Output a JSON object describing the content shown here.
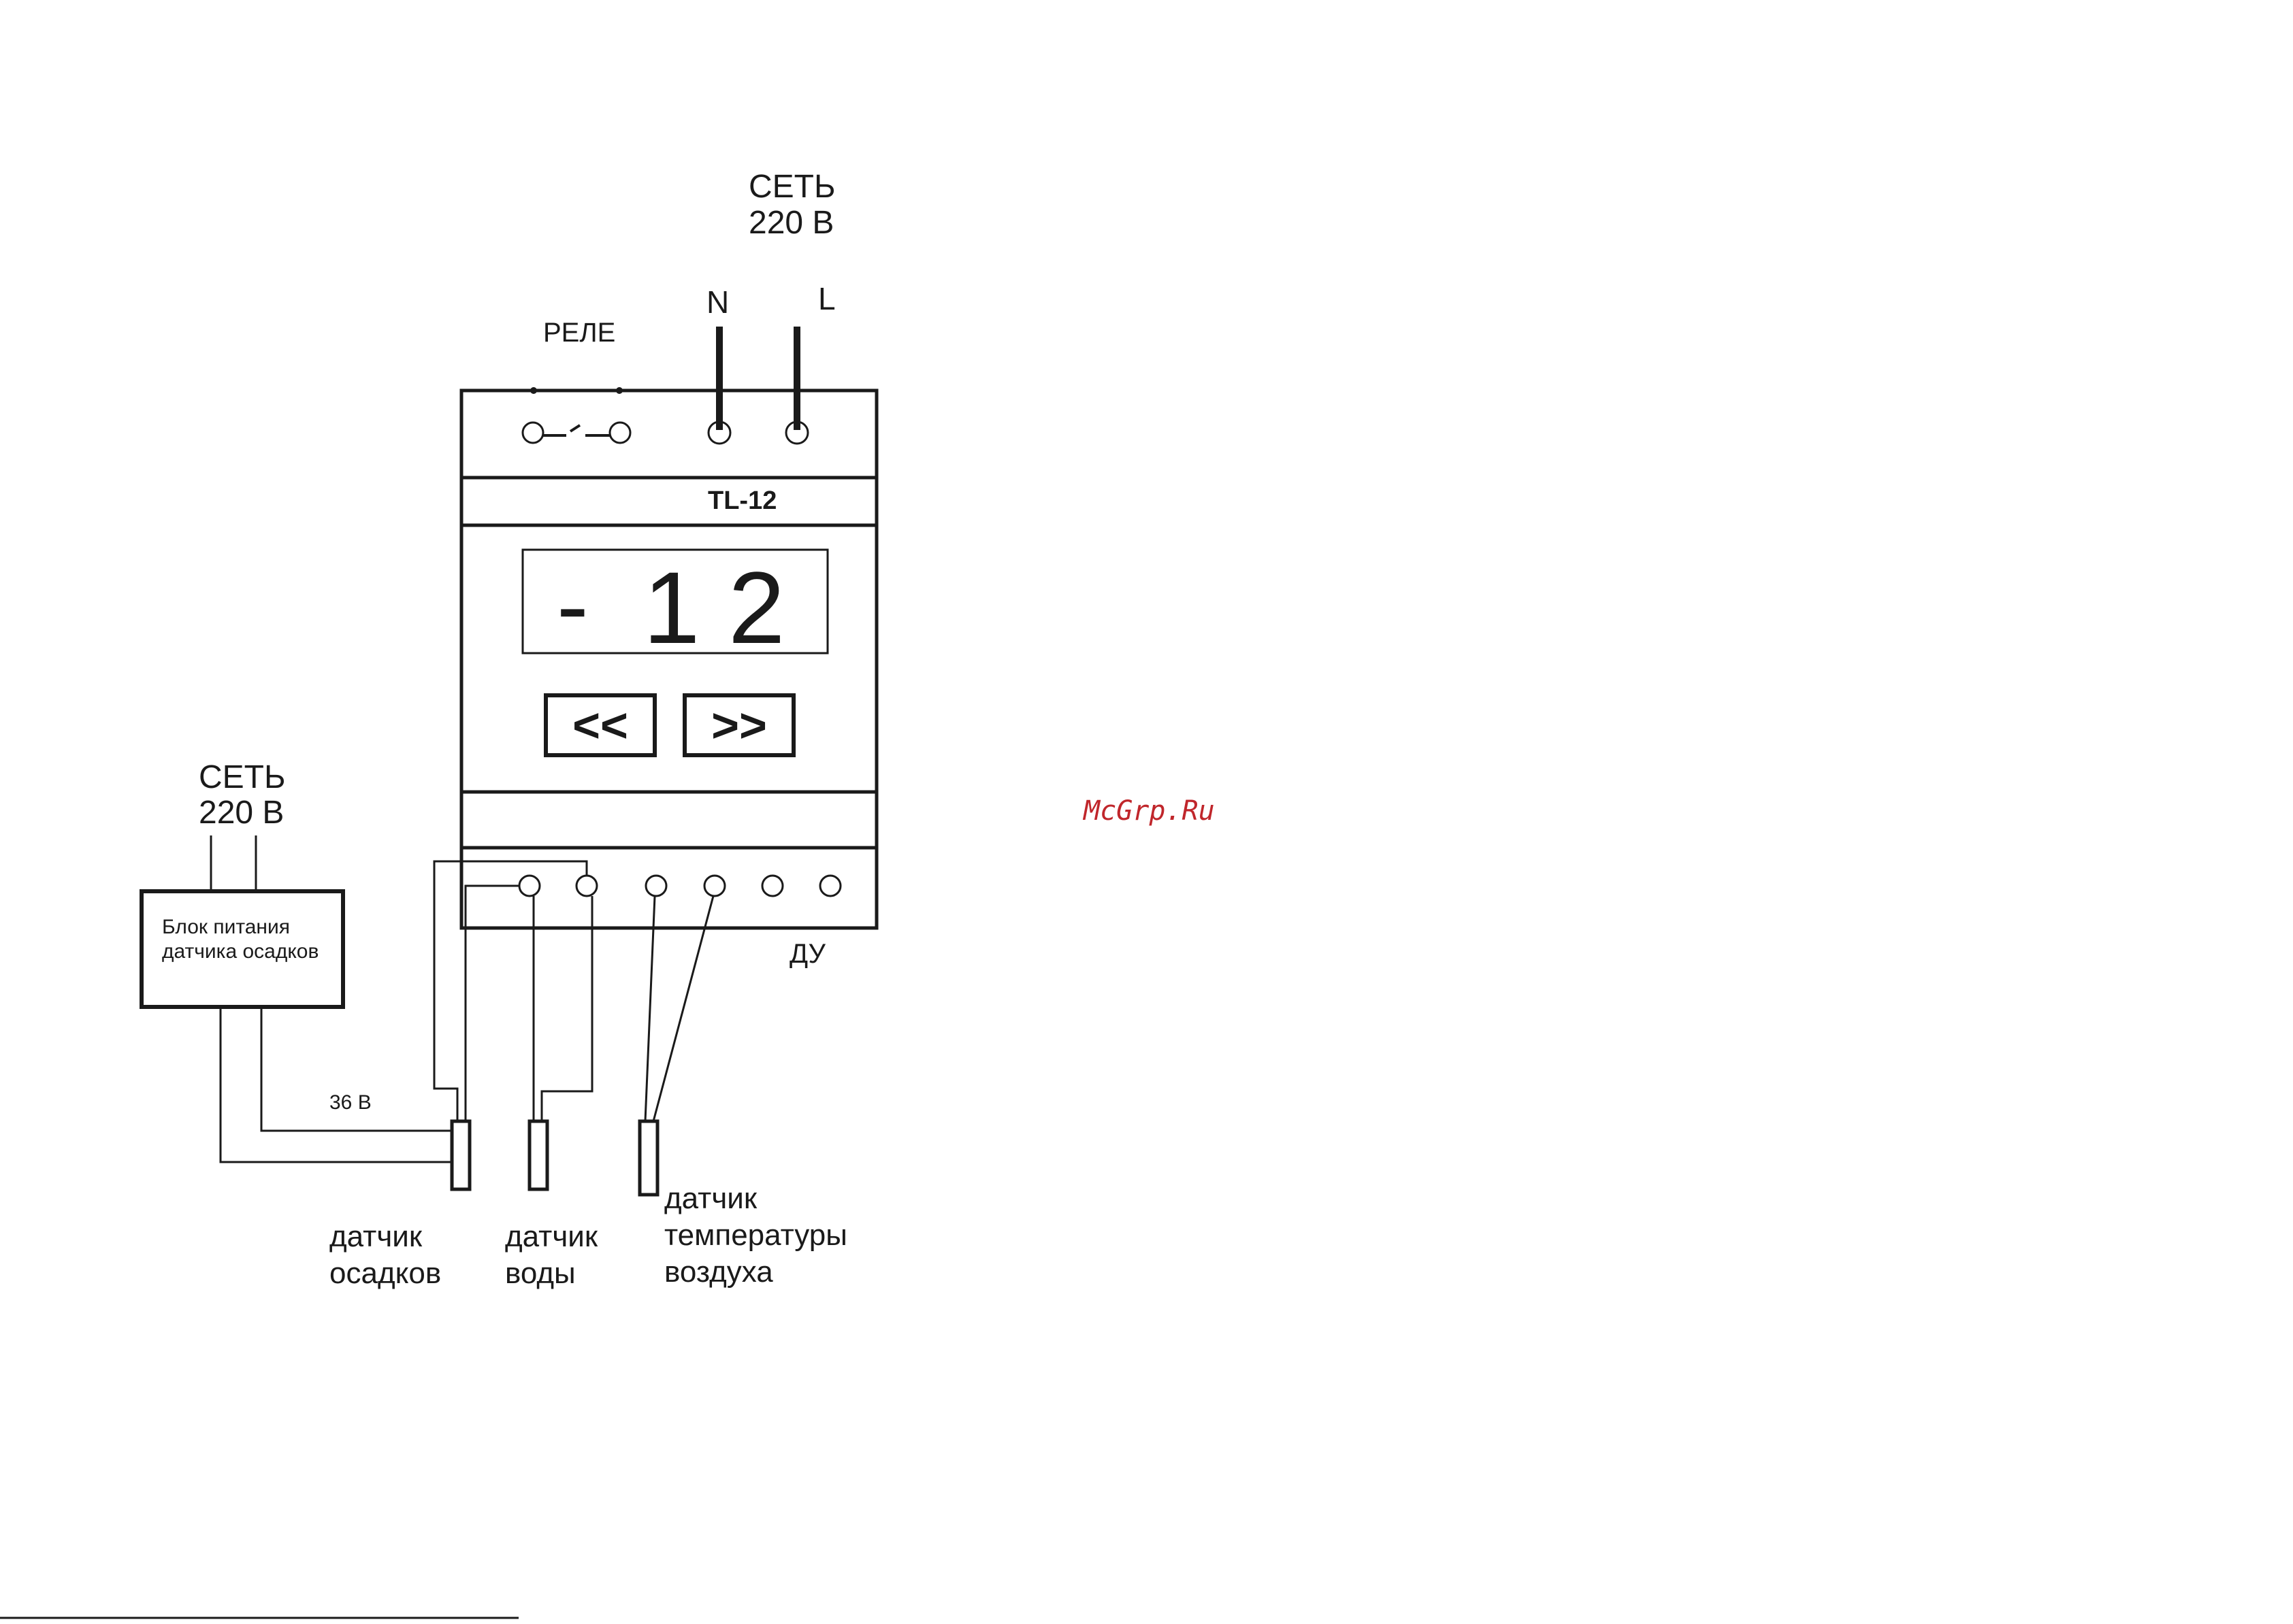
{
  "mains_top": {
    "line1": "СЕТЬ",
    "line2": "220 В"
  },
  "terminals": {
    "n": "N",
    "l": "L"
  },
  "relay": {
    "label": "РЕЛЕ"
  },
  "device": {
    "model": "TL-12",
    "display": {
      "sign": "-",
      "digit1": "1",
      "digit2": "2"
    }
  },
  "buttons": {
    "left": "<<",
    "right": ">>"
  },
  "du_label": "ДУ",
  "mains_left": {
    "line1": "СЕТЬ",
    "line2": "220 В"
  },
  "psu": {
    "line1": "Блок питания",
    "line2": "датчика осадков"
  },
  "voltage_label": "36 В",
  "sensors": {
    "precip": {
      "line1": "датчик",
      "line2": "осадков"
    },
    "water": {
      "line1": "датчик",
      "line2": "воды"
    },
    "air": {
      "line1": "датчик",
      "line2": "температуры",
      "line3": "воздуха"
    }
  },
  "watermark": "McGrp.Ru",
  "colors": {
    "line": "#1a1a1a",
    "watermark": "#c0262b"
  }
}
